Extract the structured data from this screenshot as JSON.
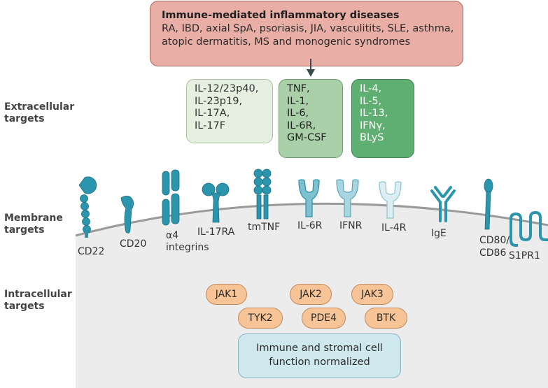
{
  "disease": {
    "title": "Immune-mediated inflammatory diseases",
    "line1": "RA, IBD, axial SpA, psoriasis, JIA, vasculitits, SLE, asthma,",
    "line2": "atopic dermatitis, MS and monogenic syndromes"
  },
  "rows": {
    "extracellular": [
      "Extracellular",
      "targets"
    ],
    "membrane": [
      "Membrane",
      "targets"
    ],
    "intracellular": [
      "Intracellular",
      "targets"
    ]
  },
  "cytokine_boxes": {
    "light": [
      "IL-12/23p40,",
      "IL-23p19,",
      "IL-17A,",
      "IL-17F"
    ],
    "mid": [
      "TNF,",
      "IL-1,",
      "IL-6,",
      "IL-6R,",
      "GM-CSF"
    ],
    "dark": [
      "IL-4,",
      "IL-5,",
      "IL-13,",
      "IFNγ,",
      "BLyS"
    ]
  },
  "membrane_targets": {
    "cd22": "CD22",
    "cd20": "CD20",
    "a4_line1": "α4",
    "a4_line2": "integrins",
    "il17ra": "IL-17RA",
    "tmtnf": "tmTNF",
    "il6r": "IL-6R",
    "ifnr": "IFNR",
    "il4r": "IL-4R",
    "ige": "IgE",
    "cd80_line1": "CD80/",
    "cd80_line2": "CD86",
    "s1pr1": "S1PR1"
  },
  "intracellular_targets": {
    "jak1": "JAK1",
    "jak2": "JAK2",
    "jak3": "JAK3",
    "tyk2": "TYK2",
    "pde4": "PDE4",
    "btk": "BTK"
  },
  "result": {
    "line1": "Immune and stromal cell",
    "line2": "function normalized"
  },
  "colors": {
    "disease_fill": "#e9aea6",
    "membrane": "#9a9a9a",
    "cytoplasm": "#ececec",
    "receptor_teal": "#2a95ad",
    "receptor_light": "#bfe0e8",
    "enzyme_fill": "#f6c496",
    "result_fill": "#cfe8ee"
  }
}
